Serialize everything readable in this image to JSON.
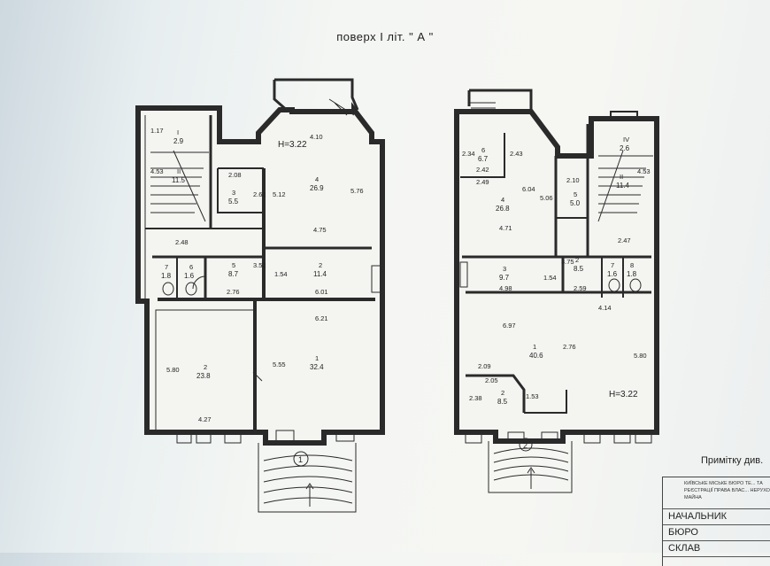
{
  "title": "поверх  I  літ. \" А \"",
  "plan1": {
    "height": "H=3.22",
    "number": "1",
    "rooms": [
      {
        "no": "I",
        "area": "2.9"
      },
      {
        "no": "II",
        "area": "11.5"
      },
      {
        "no": "3",
        "area": "5.5"
      },
      {
        "no": "4",
        "area": "26.9"
      },
      {
        "no": "5",
        "area": "8.7"
      },
      {
        "no": "6",
        "area": "1.6"
      },
      {
        "no": "7",
        "area": "1.8"
      },
      {
        "no": "2",
        "area": "11.4"
      },
      {
        "no": "2",
        "area": "23.8"
      },
      {
        "no": "1",
        "area": "32.4"
      }
    ],
    "dims": [
      "1.17",
      "4.10",
      "4.53",
      "2.08",
      "2.62",
      "5.12",
      "5.76",
      "2.48",
      "4.75",
      "3.52",
      "1.54",
      "2.76",
      "6.01",
      "6.21",
      "5.80",
      "5.55",
      "4.27"
    ]
  },
  "plan2": {
    "height": "H=3.22",
    "number": "2",
    "rooms": [
      {
        "no": "6",
        "area": "6.7"
      },
      {
        "no": "4",
        "area": "26.8"
      },
      {
        "no": "5",
        "area": "5.0"
      },
      {
        "no": "II",
        "area": "11.4"
      },
      {
        "no": "IV",
        "area": "2.6"
      },
      {
        "no": "3",
        "area": "9.7"
      },
      {
        "no": "2",
        "area": "8.5"
      },
      {
        "no": "7",
        "area": "1.6"
      },
      {
        "no": "8",
        "area": "1.8"
      },
      {
        "no": "1",
        "area": "40.6"
      },
      {
        "no": "2",
        "area": "8.5"
      }
    ],
    "dims": [
      "2.34",
      "2.43",
      "2.42",
      "2.49",
      "6.04",
      "5.06",
      "2.10",
      "4.53",
      "4.71",
      "2.47",
      "3.75",
      "1.54",
      "4.98",
      "2.59",
      "6.97",
      "4.14",
      "2.76",
      "5.80",
      "2.09",
      "2.05",
      "2.38",
      "1.53"
    ]
  },
  "note": "Примітку див.",
  "stamp": {
    "org": "КИЇВСЬКЕ МІСЬКЕ БЮРО ТЕ... ТА РЕЄСТРАЦІЇ ПРАВА ВЛАС... НЕРУХОМОГО МАЙНА",
    "rows": [
      "НАЧАЛЬНИК",
      "БЮРО",
      "СКЛАВ"
    ]
  },
  "colors": {
    "ink": "#2a2a2a",
    "paper": "#f5f6f2"
  }
}
